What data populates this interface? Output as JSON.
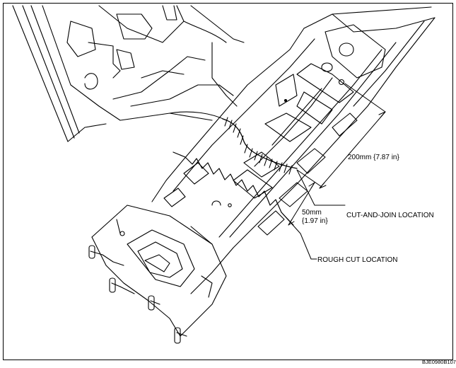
{
  "dimensions": {
    "long": "200mm {7.87 in}",
    "short_line1": "50mm",
    "short_line2": "{1.97 in}"
  },
  "callouts": {
    "cut_and_join": "CUT-AND-JOIN LOCATION",
    "rough_cut": "ROUGH CUT LOCATION"
  },
  "figure_code": "BJE0980B107",
  "colors": {
    "line": "#000000",
    "background": "#ffffff"
  }
}
